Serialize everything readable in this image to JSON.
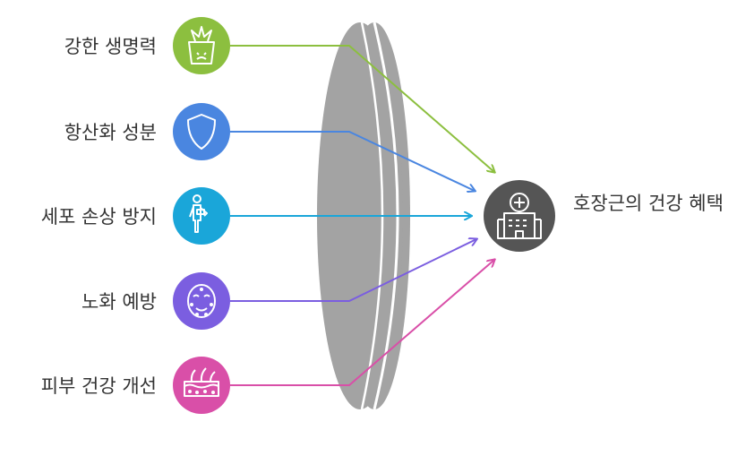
{
  "benefits": [
    {
      "label": "강한 생명력",
      "icon": "aloe-plant-icon",
      "color": "#8cbf3f"
    },
    {
      "label": "항산화 성분",
      "icon": "shield-icon",
      "color": "#4a86e0"
    },
    {
      "label": "세포 손상 방지",
      "icon": "injured-person-icon",
      "color": "#1aa6d9"
    },
    {
      "label": "노화 예방",
      "icon": "face-mask-icon",
      "color": "#7b5ee0"
    },
    {
      "label": "피부 건강 개선",
      "icon": "skin-hair-icon",
      "color": "#d94fa8"
    }
  ],
  "target": {
    "label": "호장근의 건강 혜택",
    "icon": "hospital-icon",
    "color": "#555555"
  },
  "lens": {
    "fill": "#a3a3a3",
    "edge": "#ffffff"
  }
}
